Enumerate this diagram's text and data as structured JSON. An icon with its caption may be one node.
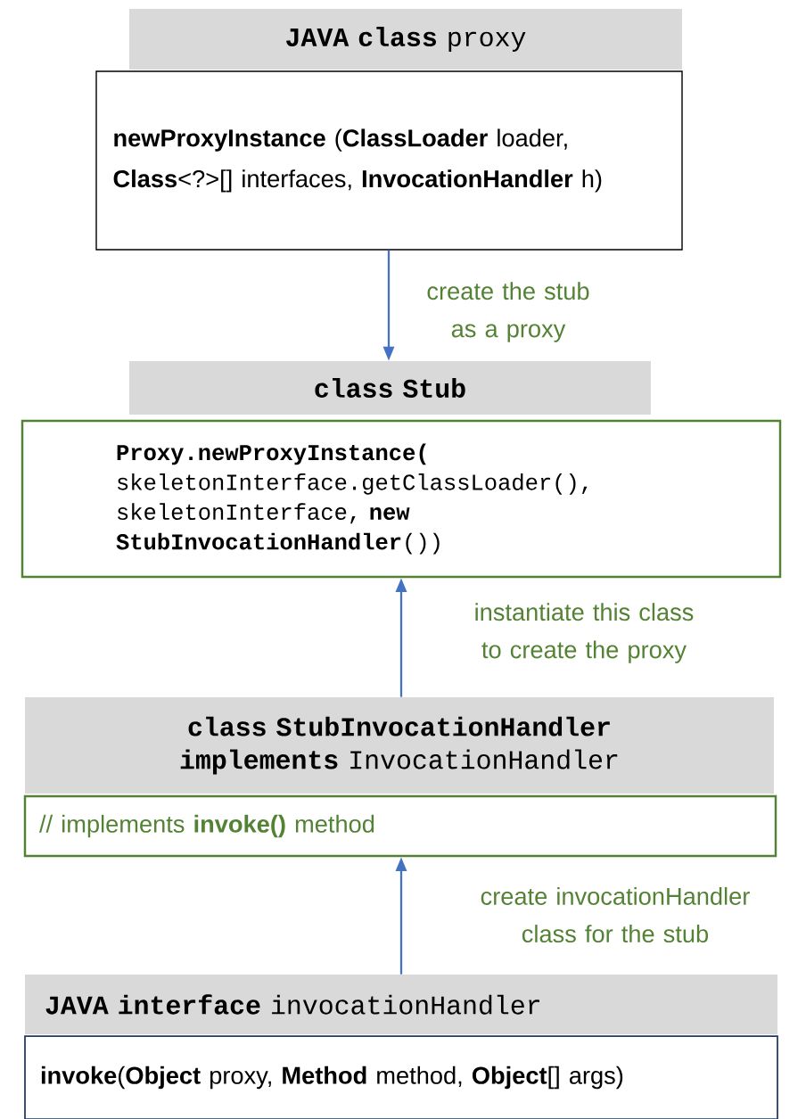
{
  "diagram": {
    "nodes": [
      {
        "text": [
          "**JAVA class** proxy"
        ]
      },
      {
        "text": [
          "**newProxyInstance** (**ClassLoader** loader, **Class**<?>[] interfaces, **InvocationHandler** h)"
        ]
      },
      {
        "text": [
          "**class Stub**"
        ]
      },
      {
        "text": [
          "**Proxy.newProxyInstance(** skeletonInterface.getClassLoader(), skeletonInterface, **new StubInvocationHandler**())"
        ]
      },
      {
        "text": [
          "**class StubInvocationHandler implements** InvocationHandler"
        ]
      },
      {
        "text": [
          "// implements **invoke()** method"
        ]
      },
      {
        "text": [
          "**JAVA interface** invocationHandler"
        ]
      },
      {
        "text": [
          "**invoke**(**Object** proxy, **Method** method, **Object**[] args)"
        ]
      }
    ],
    "edges": [
      {
        "from": 1,
        "to": 2,
        "arrow": "to",
        "label": "create the stub as a proxy"
      },
      {
        "from": 4,
        "to": 3,
        "arrow": "to",
        "label": "instantiate this class to create the proxy"
      },
      {
        "from": 6,
        "to": 5,
        "arrow": "to",
        "label": "create invocationHandler class for the stub"
      }
    ]
  }
}
